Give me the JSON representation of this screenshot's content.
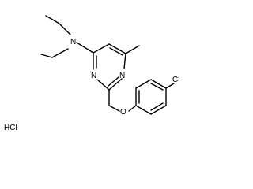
{
  "molecule": {
    "labels": {
      "amine_n": "N",
      "ring_n_left": "N",
      "ring_n_bottom": "N",
      "ether_o": "O",
      "chlorine": "Cl",
      "salt": "HCl"
    },
    "colors": {
      "bond": "#000000",
      "label": "#000000",
      "background": "#ffffff"
    }
  }
}
